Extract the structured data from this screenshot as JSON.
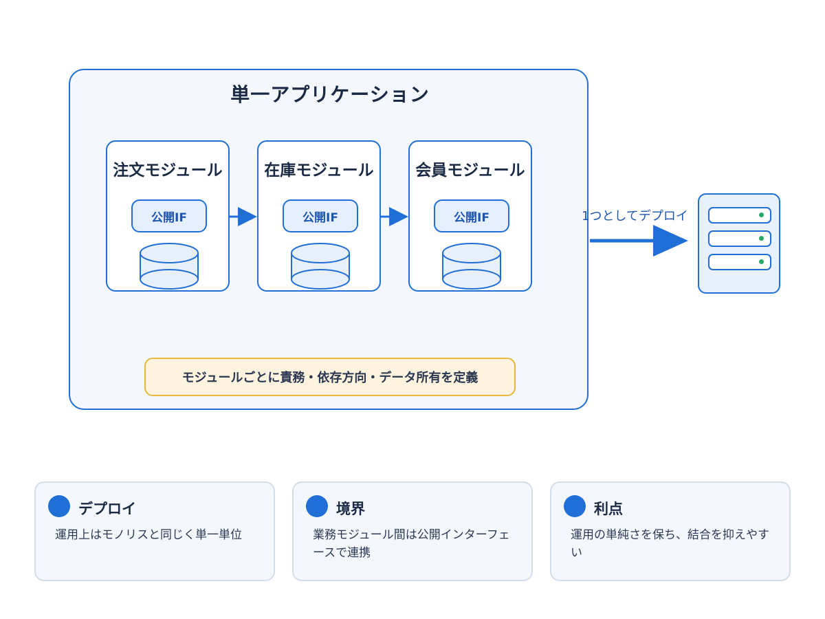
{
  "application": {
    "title": "単一アプリケーション",
    "note": "モジュールごとに責務・依存方向・データ所有を定義"
  },
  "modules": [
    {
      "title": "注文モジュール",
      "interface": "公開IF"
    },
    {
      "title": "在庫モジュール",
      "interface": "公開IF"
    },
    {
      "title": "会員モジュール",
      "interface": "公開IF"
    }
  ],
  "deploy": {
    "label": "1つとしてデプロイ"
  },
  "cards": [
    {
      "title": "デプロイ",
      "text": "運用上はモノリスと同じく単一単位"
    },
    {
      "title": "境界",
      "text": "業務モジュール間は公開インターフェースで連携"
    },
    {
      "title": "利点",
      "text": "運用の単純さを保ち、結合を抑えやすい"
    }
  ],
  "colors": {
    "accent": "#1f6fd6",
    "panel_bg": "#f4f8fd",
    "note_border": "#e7b93f",
    "note_bg": "#fdf3de",
    "led": "#2aa868"
  }
}
